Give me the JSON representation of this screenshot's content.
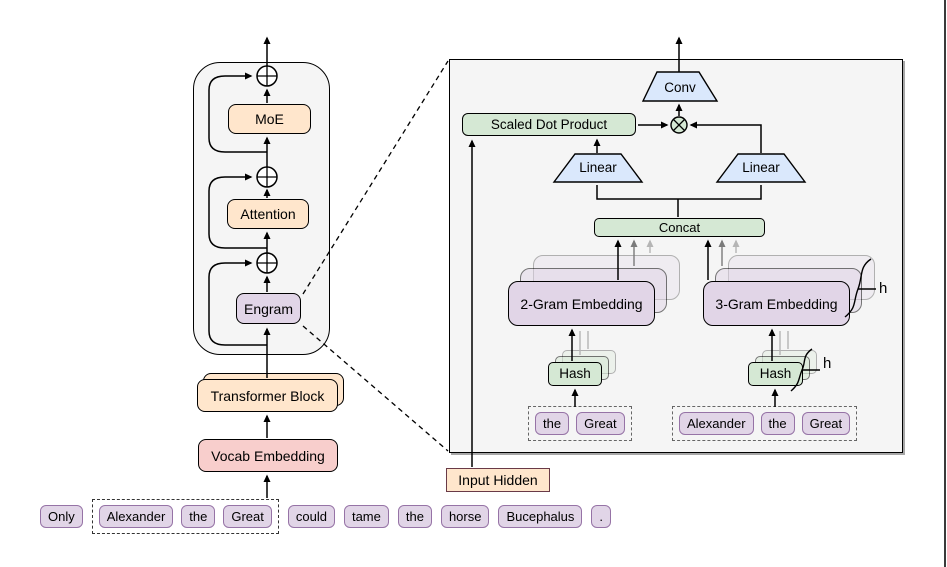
{
  "colors": {
    "peach_fill": "#FFE6CC",
    "pink_fill": "#F8CECC",
    "purple_fill": "#E1D5E7",
    "purple_border": "#9673A6",
    "green_fill": "#D5E8D4",
    "blue_fill": "#DAE8FC",
    "panel_bg": "#F5F5F5",
    "input_hidden_border": "#693A47"
  },
  "transformer_stack": {
    "moe": "MoE",
    "attention": "Attention",
    "engram": "Engram"
  },
  "pipeline": {
    "transformer_block": "Transformer Block",
    "vocab_embedding": "Vocab Embedding",
    "input_hidden": "Input Hidden"
  },
  "sentence_tokens": [
    "Only",
    "Alexander",
    "the",
    "Great",
    "could",
    "tame",
    "the",
    "horse",
    "Bucephalus",
    "."
  ],
  "engram_detail": {
    "conv": "Conv",
    "scaled_dot_product": "Scaled Dot Product",
    "linear_left": "Linear",
    "linear_right": "Linear",
    "concat": "Concat",
    "two_gram_embedding": "2-Gram Embedding",
    "three_gram_embedding": "3-Gram Embedding",
    "hash_left": "Hash",
    "hash_right": "Hash",
    "num_heads_label": "h",
    "bigram_tokens": [
      "the",
      "Great"
    ],
    "trigram_tokens": [
      "Alexander",
      "the",
      "Great"
    ]
  }
}
